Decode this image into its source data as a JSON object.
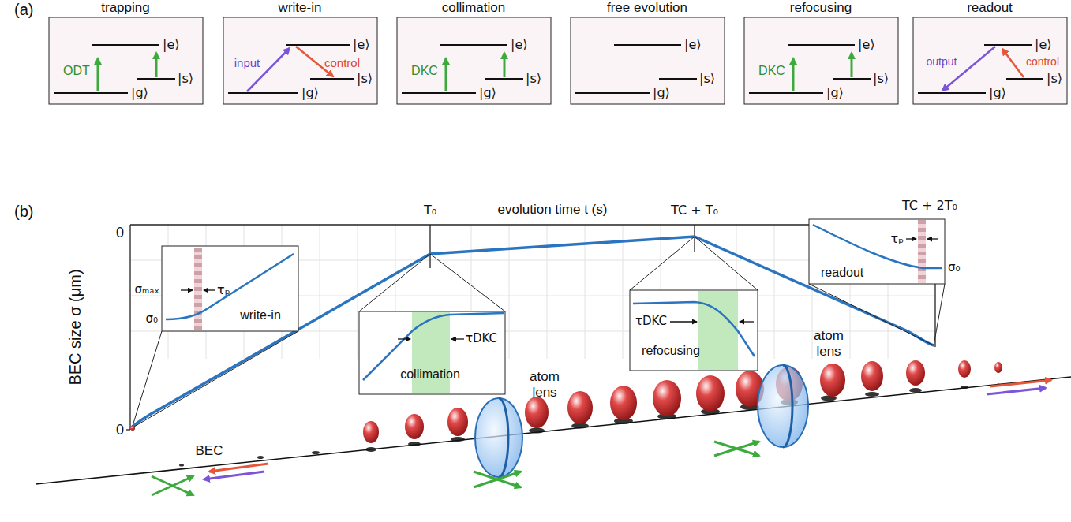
{
  "diagram": {
    "nodes": [
      {
        "text": [
          "trapping",
          "|e⟩",
          "|s⟩",
          "|g⟩",
          "ODT"
        ]
      },
      {
        "text": [
          "write-in",
          "|e⟩",
          "|s⟩",
          "|g⟩",
          "input",
          "control"
        ]
      },
      {
        "text": [
          "collimation",
          "|e⟩",
          "|s⟩",
          "|g⟩",
          "DKC"
        ]
      },
      {
        "text": [
          "free evolution",
          "|e⟩",
          "|s⟩",
          "|g⟩"
        ]
      },
      {
        "text": [
          "refocusing",
          "|e⟩",
          "|s⟩",
          "|g⟩",
          "DKC"
        ]
      },
      {
        "text": [
          "readout",
          "|e⟩",
          "|s⟩",
          "|g⟩",
          "output",
          "control"
        ]
      },
      {
        "text": [
          "τₚ",
          "write-in"
        ]
      },
      {
        "text": [
          "τDKC",
          "collimation"
        ]
      },
      {
        "text": [
          "τDKC",
          "refocusing"
        ]
      },
      {
        "text": [
          "τₚ",
          "readout"
        ]
      }
    ],
    "labels": [
      "(a)",
      "(b)",
      "evolution time t (s)",
      "0",
      "T₀",
      "TC + T₀",
      "TC + 2T₀",
      "BEC size σ (μm)",
      "0",
      "σₘₐₓ",
      "σ₀",
      "σ₀",
      "BEC",
      "atom lens",
      "atom lens"
    ]
  }
}
